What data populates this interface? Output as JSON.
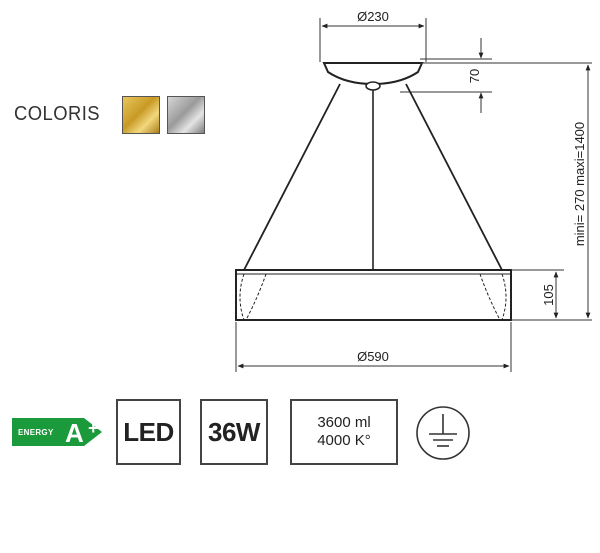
{
  "coloris": {
    "label": "COLORIS",
    "swatches": [
      {
        "name": "gold",
        "color": "#d4a83a"
      },
      {
        "name": "silver",
        "color": "#a8a8a8"
      }
    ]
  },
  "dimensions": {
    "top_diameter": "Ø230",
    "canopy_height": "70",
    "total_height": "mini= 270 maxi=1400",
    "ring_height": "105",
    "ring_diameter": "Ø590"
  },
  "specs": {
    "energy_label": "ENERGY",
    "energy_class": "A",
    "energy_plus": "+",
    "energy_color": "#1a9a3b",
    "light_source": "LED",
    "power": "36W",
    "lumens": "3600 ml",
    "color_temp": "4000 K°",
    "earth_icon": "earth-ground-icon"
  }
}
